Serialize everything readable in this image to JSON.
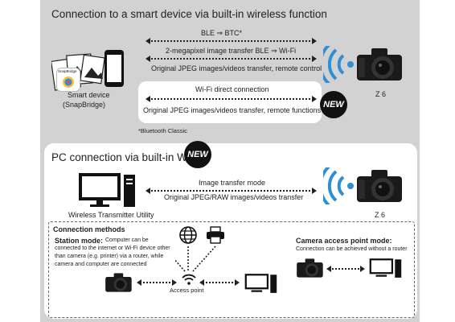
{
  "section1": {
    "title": "Connection to a smart device via built-in wireless function",
    "line1": "BLE ⇒ BTC*",
    "line2": "2-megapixel image transfer BLE ⇒ Wi-Fi",
    "line3": "Original JPEG images/videos transfer, remote control",
    "wifi_direct": "Wi-Fi direct connection",
    "wifi_direct_desc": "Original JPEG images/videos transfer, remote functions",
    "new_badge": "NEW",
    "device_label_1": "Smart device",
    "device_label_2": "(SnapBridge)",
    "snapbridge_logo": "SnapBridge",
    "camera_label": "Z 6",
    "footnote": "*Bluetooth Classic"
  },
  "section2": {
    "title": "PC connection via built-in Wi-Fi",
    "new_badge": "NEW",
    "mode_label": "Image transfer mode",
    "transfer_desc": "Original JPEG/RAW images/videos transfer",
    "utility_label": "Wireless Transmitter Utility",
    "camera_label": "Z 6"
  },
  "methods": {
    "title": "Connection methods",
    "station_title": "Station mode:",
    "station_desc_1": "Computer can be",
    "station_desc_2": "connected to the internet or Wi-Fi device other",
    "station_desc_3": "than camera (e.g. printer) via a router, while",
    "station_desc_4": "camera and computer are connected",
    "access_point_label": "Access point",
    "cap_title": "Camera access point mode:",
    "cap_desc": "Connection can be achieved without a router"
  },
  "colors": {
    "panel": "#d2d2d2",
    "wifi_blue": "#2e8fd6",
    "badge": "#111111"
  }
}
